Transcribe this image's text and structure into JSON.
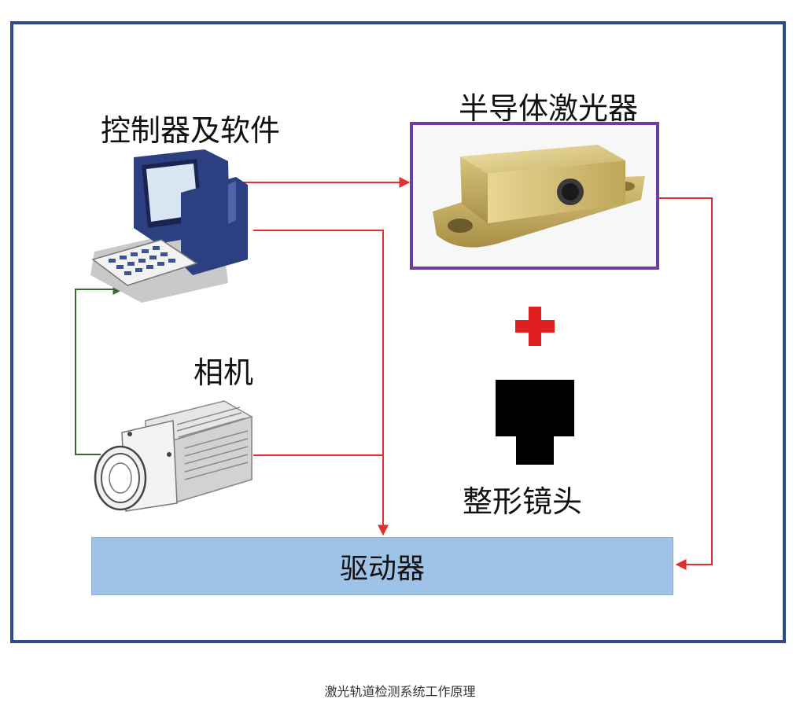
{
  "diagram": {
    "nodes": {
      "controller": "控制器及软件",
      "laser": "半导体激光器",
      "camera": "相机",
      "lens": "整形镜头",
      "driver": "驱动器"
    },
    "colors": {
      "frame": "#2e4a8a",
      "laser_border": "#6b3fa0",
      "driver_fill": "#9ec3e6",
      "signal_wire": "#e03030",
      "feedback_wire": "#3a6a2a",
      "plus": "#e02020"
    },
    "icons": {
      "controller": "desktop-computer-icon",
      "laser": "laser-module-icon",
      "camera": "industrial-camera-icon",
      "plus": "plus-icon",
      "lens": "shaping-lens-icon"
    }
  },
  "caption": "激光轨道检测系统工作原理"
}
